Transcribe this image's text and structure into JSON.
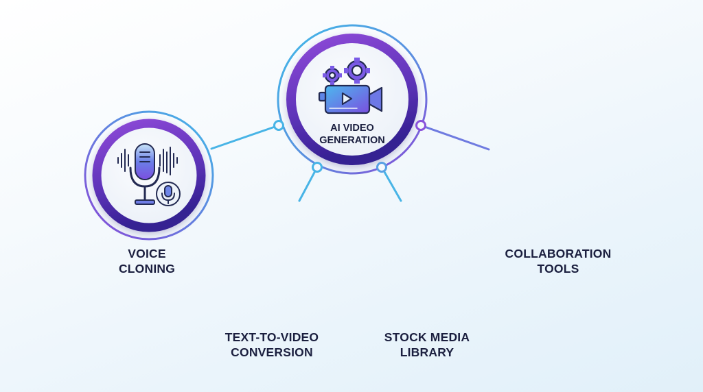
{
  "diagram": {
    "type": "hub-and-spoke feature map",
    "colors": {
      "outer_ring_start": "#3fb8e6",
      "outer_ring_end": "#8a46d8",
      "inner_ring_start": "#8b45d6",
      "inner_ring_end": "#3a2495",
      "disc_fill": "#f3f6fb",
      "connector": "#48b4e6",
      "label_text": "#1b1f3f",
      "icon_stroke": "#232a52"
    },
    "center": {
      "id": "ai-video-generation",
      "label_line1": "AI VIDEO",
      "label_line2": "GENERATION",
      "icon": "video-camera-with-gears-icon"
    },
    "nodes": [
      {
        "id": "voice-cloning",
        "label_line1": "VOICE",
        "label_line2": "CLONING",
        "icon": "microphone-soundwave-icon"
      },
      {
        "id": "text-to-video",
        "label_line1": "TEXT-TO-VIDEO",
        "label_line2": "CONVERSION",
        "icon": "document-to-video-icon"
      },
      {
        "id": "stock-media",
        "label_line1": "STOCK MEDIA",
        "label_line2": "LIBRARY",
        "icon": "cloud-film-icon"
      },
      {
        "id": "collaboration",
        "label_line1": "COLLABORATION",
        "label_line2": "TOOLS",
        "icon": "people-network-chat-icon"
      }
    ],
    "edges": [
      {
        "from": "ai-video-generation",
        "to": "voice-cloning"
      },
      {
        "from": "ai-video-generation",
        "to": "text-to-video"
      },
      {
        "from": "ai-video-generation",
        "to": "stock-media"
      },
      {
        "from": "ai-video-generation",
        "to": "collaboration"
      }
    ]
  }
}
